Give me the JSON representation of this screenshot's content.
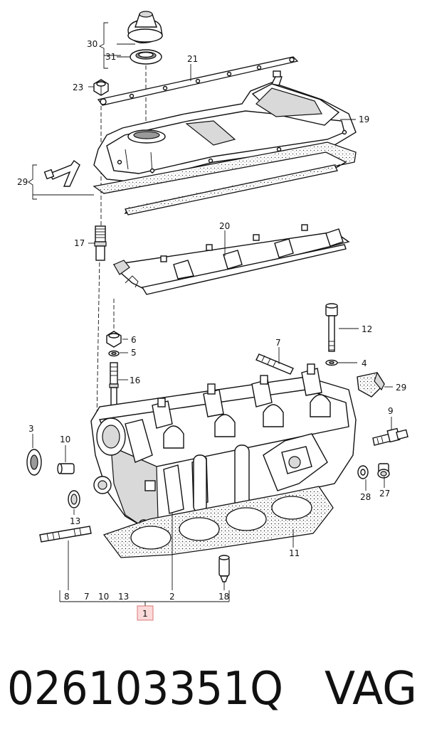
{
  "diagram": {
    "part_numbers": [
      {
        "id": "p30",
        "label": "30"
      },
      {
        "id": "p31",
        "label": "31"
      },
      {
        "id": "p21",
        "label": "21"
      },
      {
        "id": "p23",
        "label": "23"
      },
      {
        "id": "p19",
        "label": "19"
      },
      {
        "id": "p29a",
        "label": "29"
      },
      {
        "id": "p20",
        "label": "20"
      },
      {
        "id": "p17",
        "label": "17"
      },
      {
        "id": "p12",
        "label": "12"
      },
      {
        "id": "p6",
        "label": "6"
      },
      {
        "id": "p5",
        "label": "5"
      },
      {
        "id": "p7",
        "label": "7"
      },
      {
        "id": "p4",
        "label": "4"
      },
      {
        "id": "p16",
        "label": "16"
      },
      {
        "id": "p29b",
        "label": "29"
      },
      {
        "id": "p3",
        "label": "3"
      },
      {
        "id": "p10",
        "label": "10"
      },
      {
        "id": "p9",
        "label": "9"
      },
      {
        "id": "p28",
        "label": "28"
      },
      {
        "id": "p27",
        "label": "27"
      },
      {
        "id": "p13",
        "label": "13"
      },
      {
        "id": "p11",
        "label": "11"
      }
    ],
    "assembly_row": [
      "8",
      "7",
      "10",
      "13",
      "2",
      "18"
    ],
    "assembly_main": "1"
  },
  "caption": {
    "part_code": "026103351Q",
    "brand": "VAG"
  }
}
